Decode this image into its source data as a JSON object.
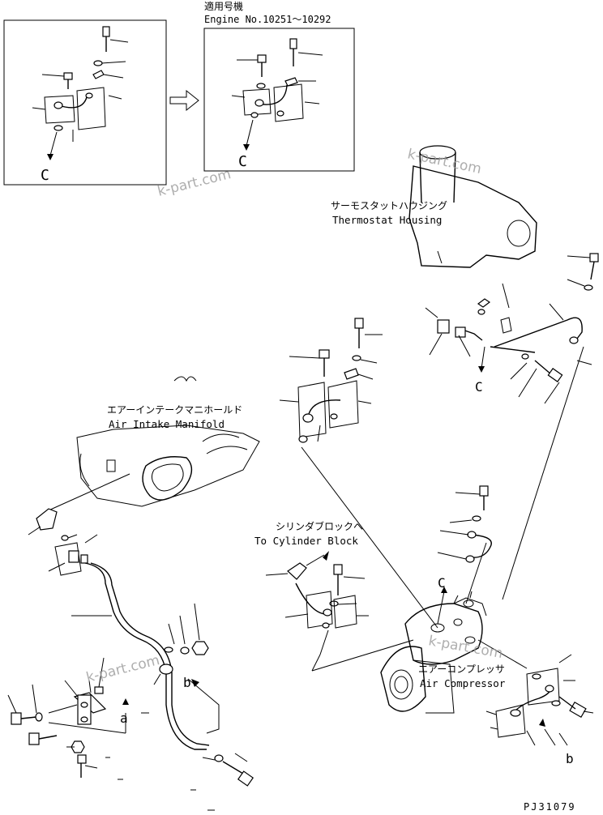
{
  "applicable_box": {
    "title_jp": "適用号機",
    "engine_range": "Engine No.10251～10292"
  },
  "labels": {
    "thermostat_housing_jp": "サーモスタットハウジング",
    "thermostat_housing_en": "Thermostat Housing",
    "air_intake_manifold_jp": "エアーインテークマニホールド",
    "air_intake_manifold_en": "Air Intake Manifold",
    "to_cylinder_block_jp": "シリンダブロックへ",
    "to_cylinder_block_en": "To Cylinder Block",
    "air_compressor_jp": "エアーコンプレッサ",
    "air_compressor_en": "Air Compressor"
  },
  "references": {
    "c": "C",
    "a": "a",
    "b": "b"
  },
  "watermark": "k-part.com",
  "drawing_number": "PJ31079"
}
